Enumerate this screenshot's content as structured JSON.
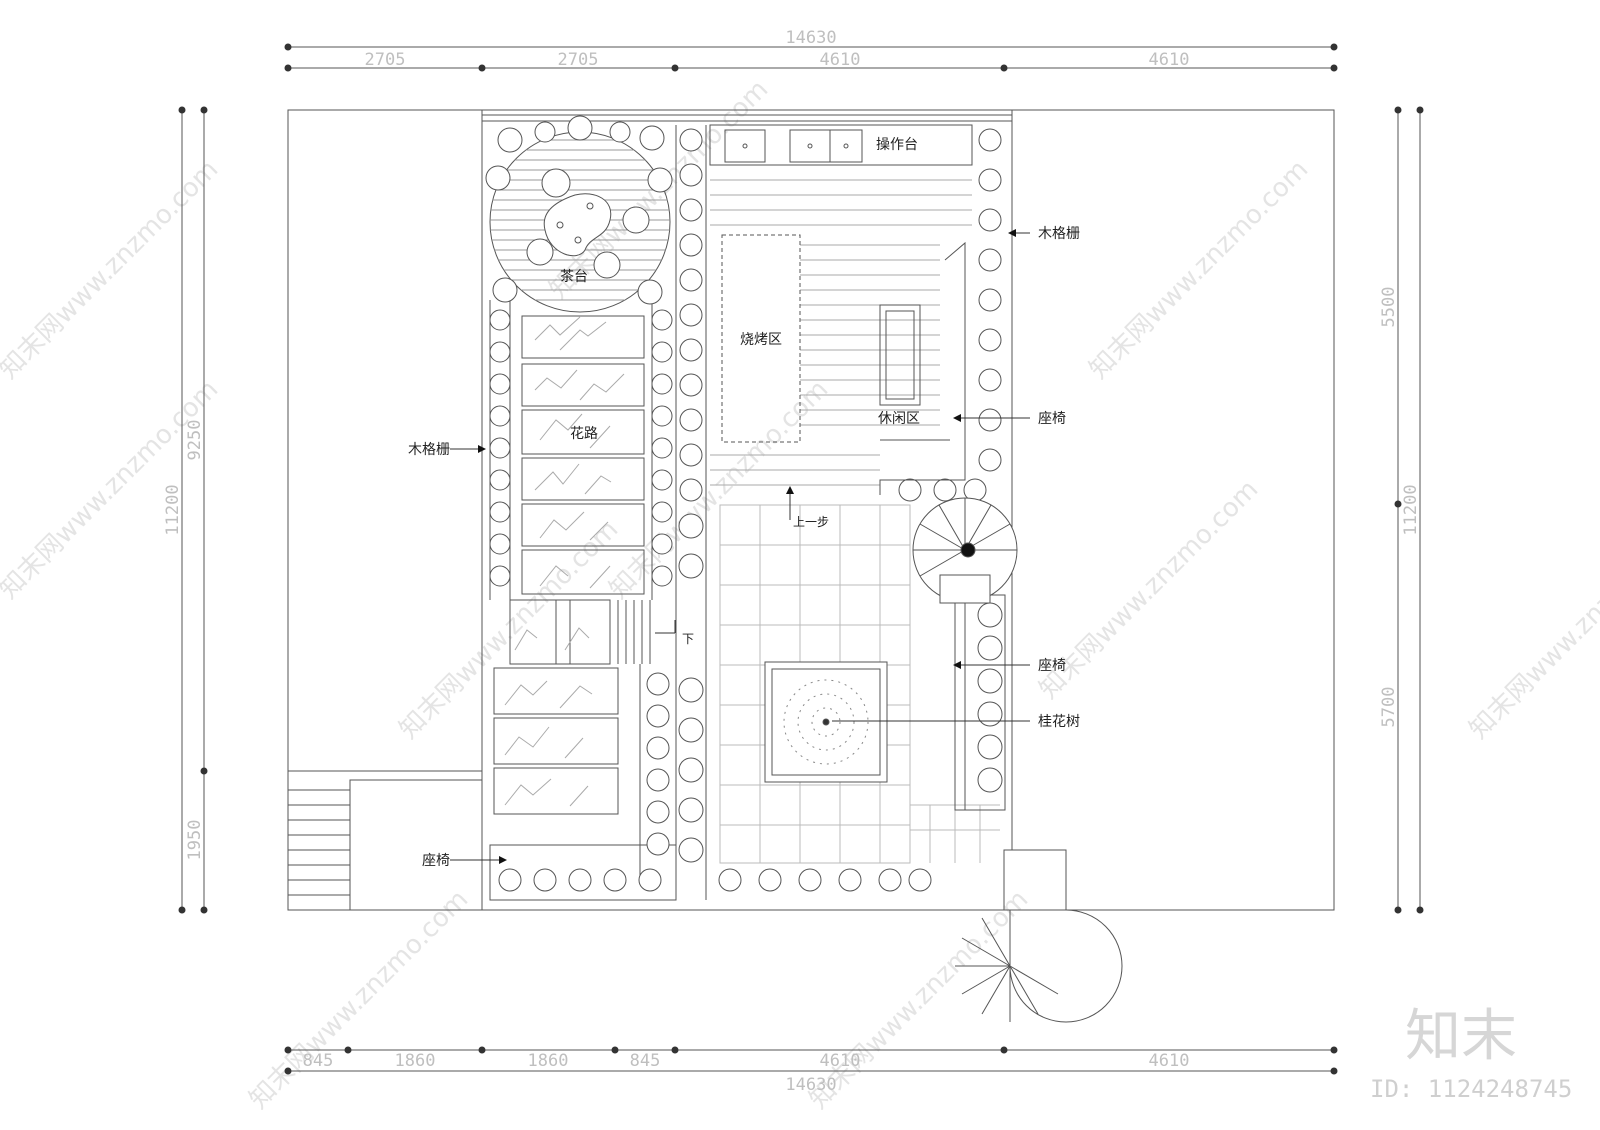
{
  "colors": {
    "line": "#555555",
    "dim": "#bfbfbf",
    "text": "#222222",
    "watermark": "#e4e4e4"
  },
  "dimensions": {
    "top_total": "14630",
    "top_parts": [
      "2705",
      "2705",
      "4610",
      "4610"
    ],
    "bottom_total": "14630",
    "bottom_parts": [
      "845",
      "1860",
      "1860",
      "845",
      "4610",
      "4610"
    ],
    "left_total": "11200",
    "left_parts": [
      "9250",
      "1950"
    ],
    "right_total": "11200",
    "right_parts": [
      "5500",
      "5700"
    ]
  },
  "labels": {
    "tea_table": "茶台",
    "bbq_area": "烧烤区",
    "flower_path": "花路",
    "leisure_area": "休闲区",
    "counter": "操作台",
    "wood_lattice_left": "木格栅",
    "wood_lattice_right": "木格栅",
    "bench_right_top": "座椅",
    "bench_right_mid": "座椅",
    "bench_left": "座椅",
    "osmanthus_tree": "桂花树",
    "step_up": "上一步",
    "step_down": "下"
  },
  "watermark": {
    "site": "知末网www.znzmo.com",
    "brand": "知末",
    "id": "ID: 1124248745"
  }
}
